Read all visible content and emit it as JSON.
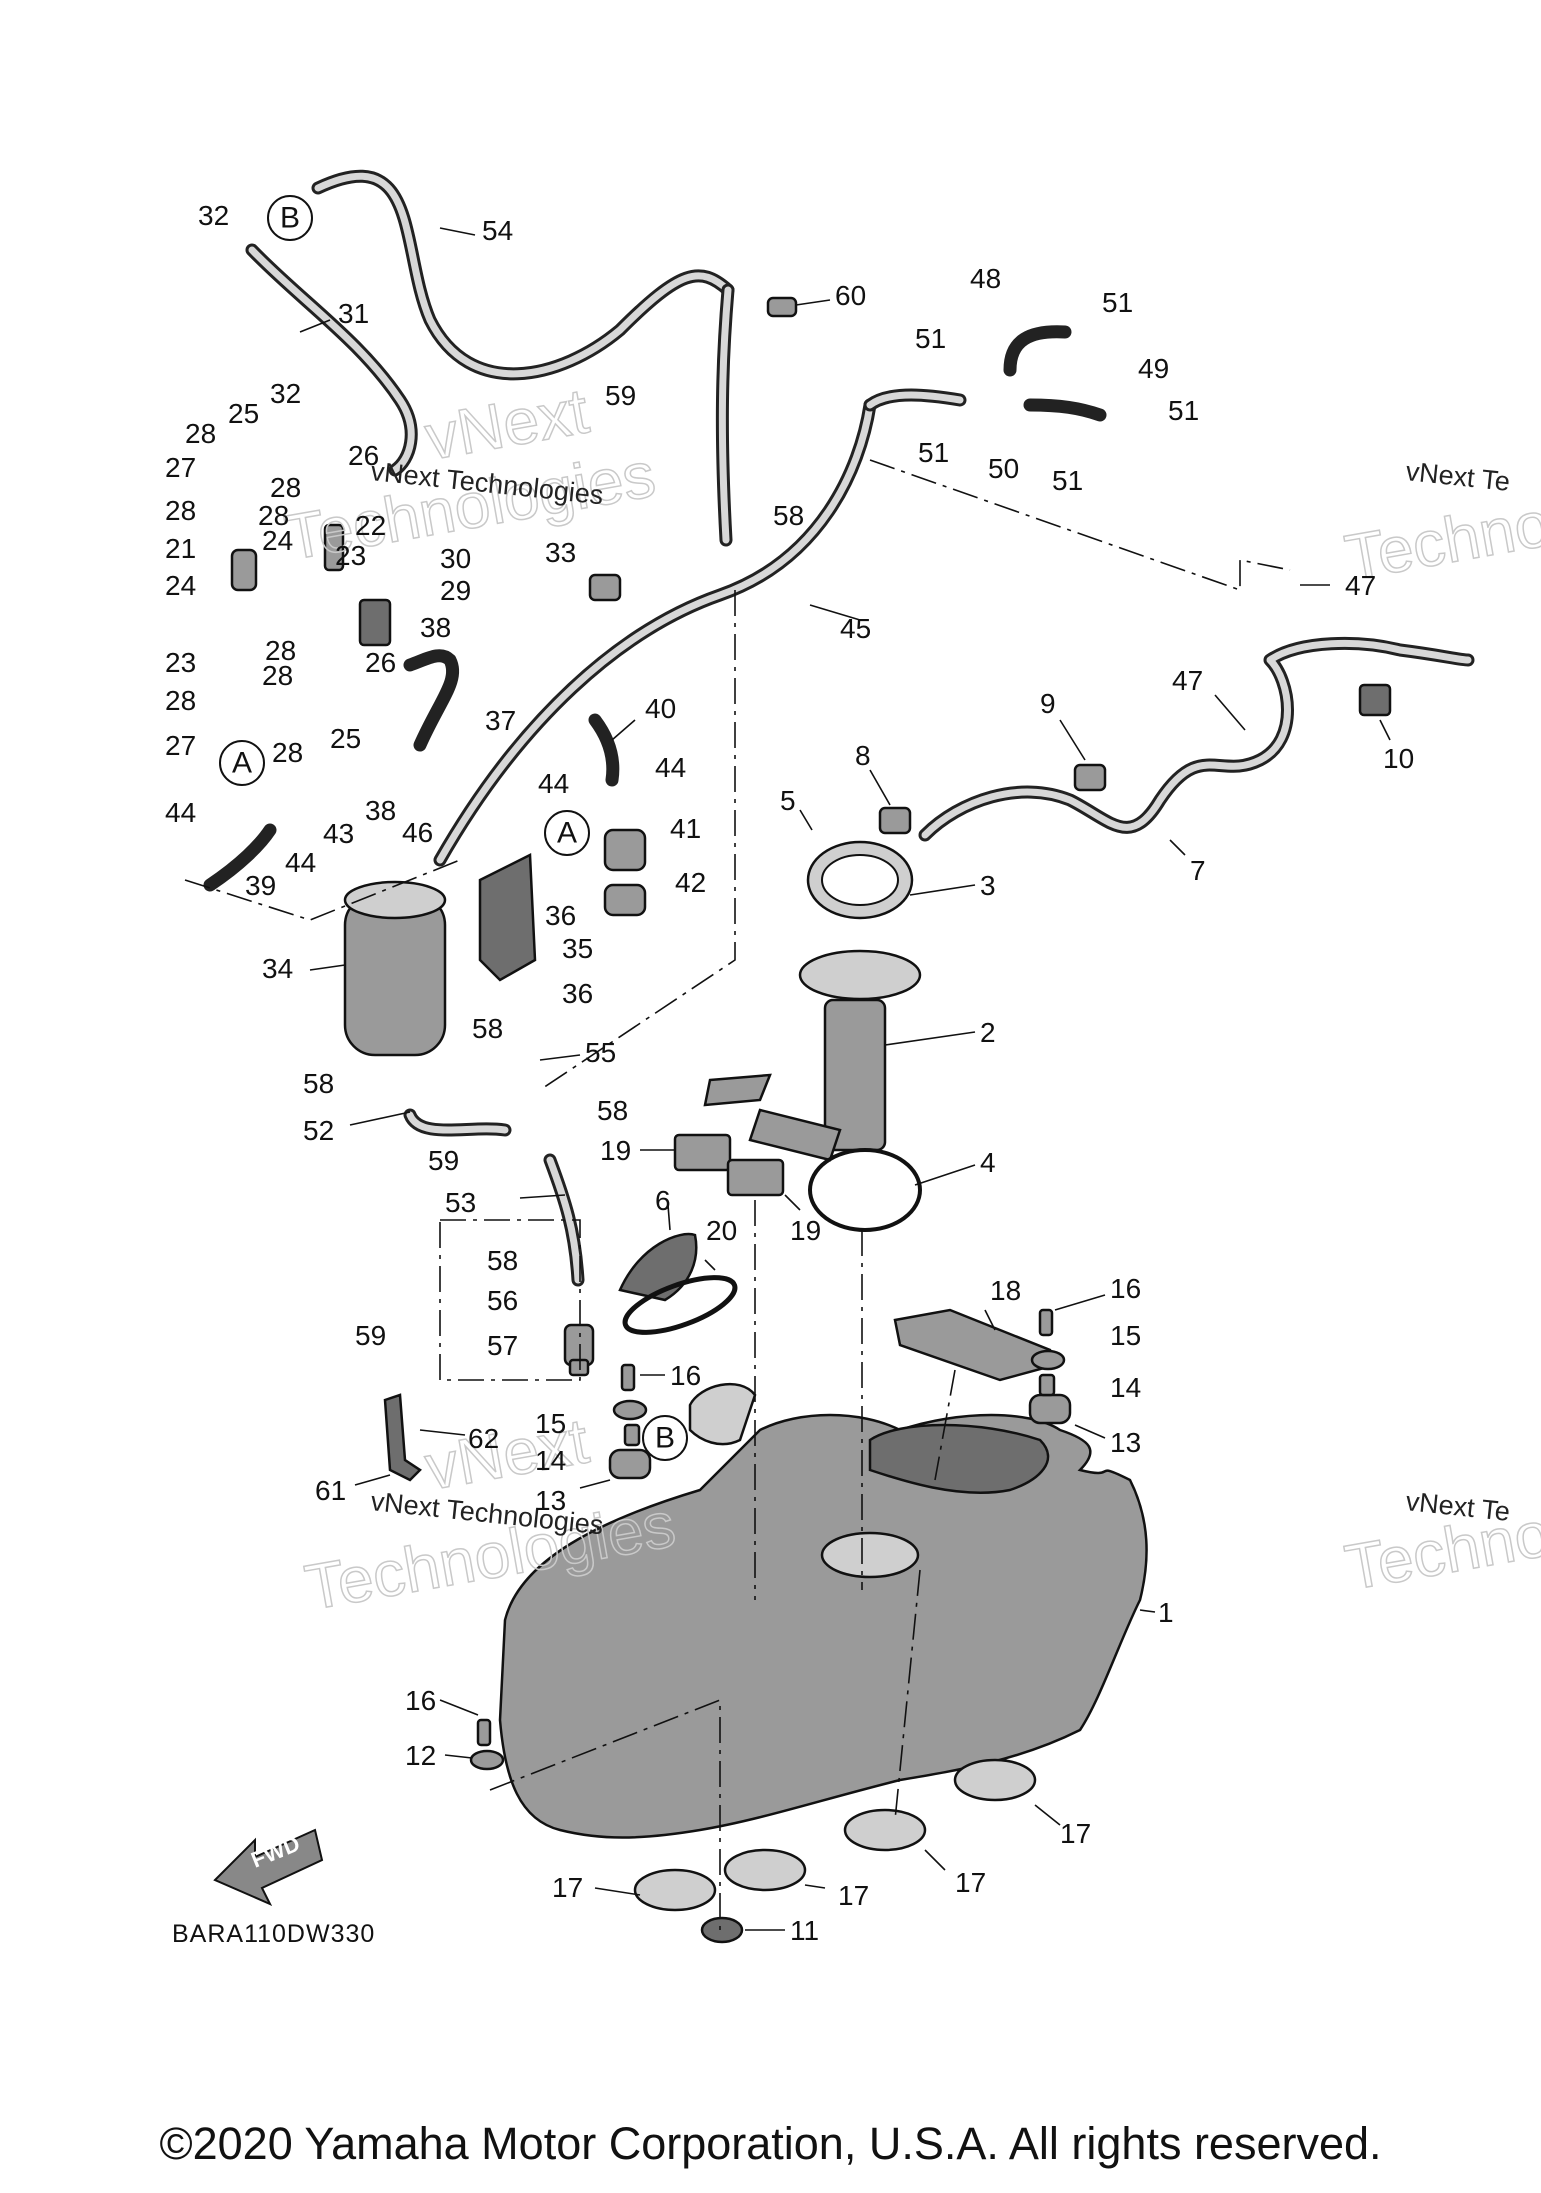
{
  "diagram": {
    "code": "BARA110DW330",
    "fwd_label": "FWD",
    "copyright": "©2020 Yamaha Motor Corporation, U.S.A. All rights reserved.",
    "watermark": {
      "line1": "vNext Technologies",
      "word_vnext": "vNext",
      "word_technologies": "Technologies",
      "word_partial": "Techno",
      "edge_fragment": "vNext Te"
    },
    "ref_marks": [
      "A",
      "B"
    ],
    "callouts": [
      "1",
      "2",
      "3",
      "4",
      "5",
      "6",
      "7",
      "8",
      "9",
      "10",
      "11",
      "12",
      "13",
      "14",
      "15",
      "16",
      "17",
      "18",
      "19",
      "20",
      "21",
      "22",
      "23",
      "24",
      "25",
      "26",
      "27",
      "28",
      "29",
      "30",
      "31",
      "32",
      "33",
      "34",
      "35",
      "36",
      "37",
      "38",
      "39",
      "40",
      "41",
      "42",
      "43",
      "44",
      "45",
      "46",
      "47",
      "48",
      "49",
      "50",
      "51",
      "52",
      "53",
      "54",
      "55",
      "56",
      "57",
      "58",
      "59",
      "60",
      "61",
      "62"
    ]
  }
}
